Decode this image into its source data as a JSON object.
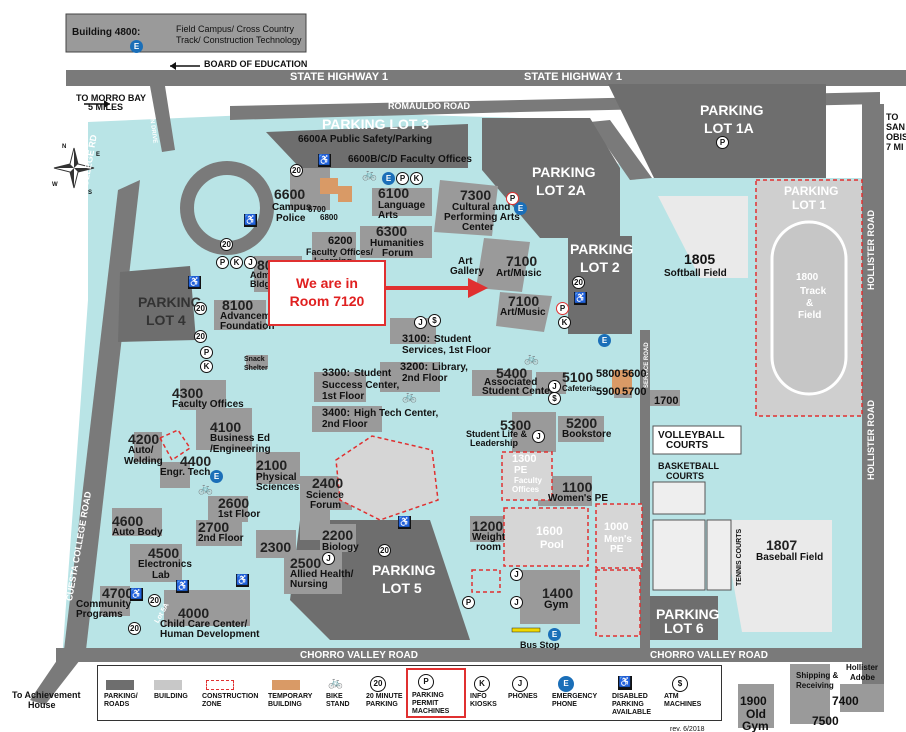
{
  "colors": {
    "campus": "#b9e4e6",
    "road": "#7a7a7a",
    "building": "#9a9a9a",
    "parking": "#6e6e6e",
    "temp": "#d99a66",
    "construction": "#e03030",
    "callout": "#e02020",
    "emergency": "#1b6fb8"
  },
  "top": {
    "building_4800": "Building 4800:",
    "field_campus": "Field Campus/ Cross Country",
    "track_construction": "Track/ Construction Technology",
    "board_of_education": "BOARD OF EDUCATION"
  },
  "roads": {
    "highway_1a": "STATE HIGHWAY 1",
    "highway_1b": "STATE HIGHWAY 1",
    "romauldo": "ROMAULDO ROAD",
    "chorro_valley_a": "CHORRO VALLEY ROAD",
    "chorro_valley_b": "CHORRO VALLEY ROAD",
    "cuesta_college_a": "CUESTA COLLEGE RD",
    "cuesta_college_b": "CUESTA COLLEGE ROAD",
    "hollister_a": "HOLLISTER ROAD",
    "hollister_b": "HOLLISTER ROAD",
    "education_drive": "EDUCATION DRIVE",
    "service_road": "SERVICE ROAD"
  },
  "directions": {
    "morro_bay_1": "TO MORRO BAY",
    "morro_bay_2": "5 MILES",
    "slo_1": "TO",
    "slo_2": "SAN",
    "slo_3": "OBIS",
    "slo_4": "7 MI",
    "achievement_1": "To Achievement",
    "achievement_2": "House"
  },
  "parking": {
    "lot3": "PARKING LOT 3",
    "lot1a_1": "PARKING",
    "lot1a_2": "LOT 1A",
    "lot2a_1": "PARKING",
    "lot2a_2": "LOT 2A",
    "lot2_1": "PARKING",
    "lot2_2": "LOT 2",
    "lot1_1": "PARKING",
    "lot1_2": "LOT 1",
    "lot4_1": "PARKING",
    "lot4_2": "LOT 4",
    "lot5_1": "PARKING",
    "lot5_2": "LOT 5",
    "lot6_1": "PARKING",
    "lot6_2": "LOT 6"
  },
  "buildings": {
    "b6600a": "6600A Public Safety/Parking",
    "b6600bcd": "6600B/C/D Faculty Offices",
    "b6600_num": "6600",
    "b6600_1": "Campus",
    "b6600_2": "Police",
    "b6700": "6700",
    "b6800": "6800",
    "b6100_num": "6100",
    "b6100_1": "Language",
    "b6100_2": "Arts",
    "b7300_num": "7300",
    "b7300_1": "Cultural and",
    "b7300_2": "Performing Arts",
    "b7300_3": "Center",
    "b6300_num": "6300",
    "b6300_1": "Humanities",
    "b6300_2": "Forum",
    "b6200_num": "6200",
    "b6200_1": "Faculty Offices/",
    "b6200_2": "Learning...",
    "b80_num": "80",
    "b80_1": "Admi",
    "b80_2": "Bldg",
    "art_gallery_1": "Art",
    "art_gallery_2": "Gallery",
    "b7100a_num": "7100",
    "b7100a_1": "Art/Music",
    "b7100b_num": "7100",
    "b7100b_1": "Art/Music",
    "b1805_num": "1805",
    "b1805_1": "Softball Field",
    "b1800_num": "1800",
    "b1800_1": "Track",
    "b1800_2": "&",
    "b1800_3": "Field",
    "b8100_num": "8100",
    "b8100_1": "Advanceme",
    "b8100_2": "Foundation",
    "b3100_num": "3100:",
    "b3100_1": "Student",
    "b3100_2": "Services, 1st Floor",
    "snack_1": "Snack",
    "snack_2": "Shelter",
    "b4300_num": "4300",
    "b4300_1": "Faculty Offices",
    "b3300_num": "3300:",
    "b3300_1": "Student",
    "b3300_2": "Success Center,",
    "b3300_3": "1st Floor",
    "b3200_num": "3200:",
    "b3200_1": "Library,",
    "b3200_2": "2nd Floor",
    "b3400_num": "3400:",
    "b3400_1": "High Tech Center,",
    "b3400_2": "2nd Floor",
    "b5400_num": "5400",
    "b5400_1": "Associated",
    "b5400_2": "Student Center",
    "b5100_num": "5100",
    "b5100_1": "Cafeteria",
    "b5800": "5800",
    "b5600": "5600",
    "b5900": "5900",
    "b5700": "5700",
    "b1700": "1700",
    "b4100_num": "4100",
    "b4100_1": "Business Ed",
    "b4100_2": "/Engineering",
    "b4200_num": "4200",
    "b4200_1": "Auto/",
    "b4200_2": "Welding",
    "b4400_num": "4400",
    "b4400_1": "Engr. Tech",
    "b2100_num": "2100",
    "b2100_1": "Physical",
    "b2100_2": "Sciences",
    "b5300_num": "5300",
    "b5300_1": "Student Life &",
    "b5300_2": "Leadership",
    "b5200_num": "5200",
    "b5200_1": "Bookstore",
    "volleyball_1": "VOLLEYBALL",
    "volleyball_2": "COURTS",
    "basketball_1": "BASKETBALL",
    "basketball_2": "COURTS",
    "b1300_num": "1300",
    "b1300_1": "PE",
    "b1300_2": "Faculty",
    "b1300_3": "Offices",
    "b1100_num": "1100",
    "b1100_1": "Women's PE",
    "b2400_num": "2400",
    "b2400_1": "Science",
    "b2400_2": "Forum",
    "b2600_num": "2600",
    "b2600_1": "1st Floor",
    "b2700_num": "2700",
    "b2700_1": "2nd Floor",
    "b4600_num": "4600",
    "b4600_1": "Auto Body",
    "b2300_num": "2300",
    "b2200_num": "2200",
    "b2200_1": "Biology",
    "b1200_num": "1200",
    "b1200_1": "Weight",
    "b1200_2": "room",
    "b1600_num": "1600",
    "b1600_1": "Pool",
    "b1000_num": "1000",
    "b1000_1": "Men's",
    "b1000_2": "PE",
    "tennis": "TENNIS COURTS",
    "b1807_num": "1807",
    "b1807_1": "Baseball Field",
    "b4500_num": "4500",
    "b4500_1": "Electronics",
    "b4500_2": "Lab",
    "b2500_num": "2500",
    "b2500_1": "Allied Health/",
    "b2500_2": "Nursing",
    "b4700_num": "4700",
    "b4700_1": "Community",
    "b4700_2": "Programs",
    "lot5a": "Lot 5A",
    "b4000_num": "4000",
    "b4000_1": "Child Care Center/",
    "b4000_2": "Human Development",
    "b1400_num": "1400",
    "b1400_1": "Gym",
    "bus_stop": "Bus Stop",
    "shipping_1": "Shipping &",
    "shipping_2": "Receiving",
    "hollister_adobe_1": "Hollister",
    "hollister_adobe_2": "Adobe",
    "b7400": "7400",
    "b7500": "7500",
    "b1900_1": "1900",
    "b1900_2": "Old",
    "b1900_3": "Gym"
  },
  "callout": {
    "line1": "We are in",
    "line2": "Room 7120"
  },
  "icons": {
    "parking_p": "P",
    "kiosk_k": "K",
    "phone_j": "J",
    "emergency_e": "E",
    "atm": "$",
    "twenty": "20",
    "accessible": "♿",
    "bike": "🚲"
  },
  "legend": {
    "items": [
      {
        "label": "PARKING/ ROADS"
      },
      {
        "label": "BUILDING"
      },
      {
        "label": "CONSTRUCTION ZONE"
      },
      {
        "label": "TEMPORARY BUILDING"
      },
      {
        "label": "BIKE STAND"
      },
      {
        "label": "20 MINUTE PARKING"
      },
      {
        "label": "PARKING PERMIT MACHINES"
      },
      {
        "label": "INFO KIOSKS"
      },
      {
        "label": "PHONES"
      },
      {
        "label": "EMERGENCY PHONE"
      },
      {
        "label": "DISABLED PARKING AVAILABLE"
      },
      {
        "label": "ATM MACHINES"
      }
    ],
    "rev": "rev. 6/2018"
  },
  "compass": {
    "n": "N",
    "s": "S",
    "e": "E",
    "w": "W"
  }
}
